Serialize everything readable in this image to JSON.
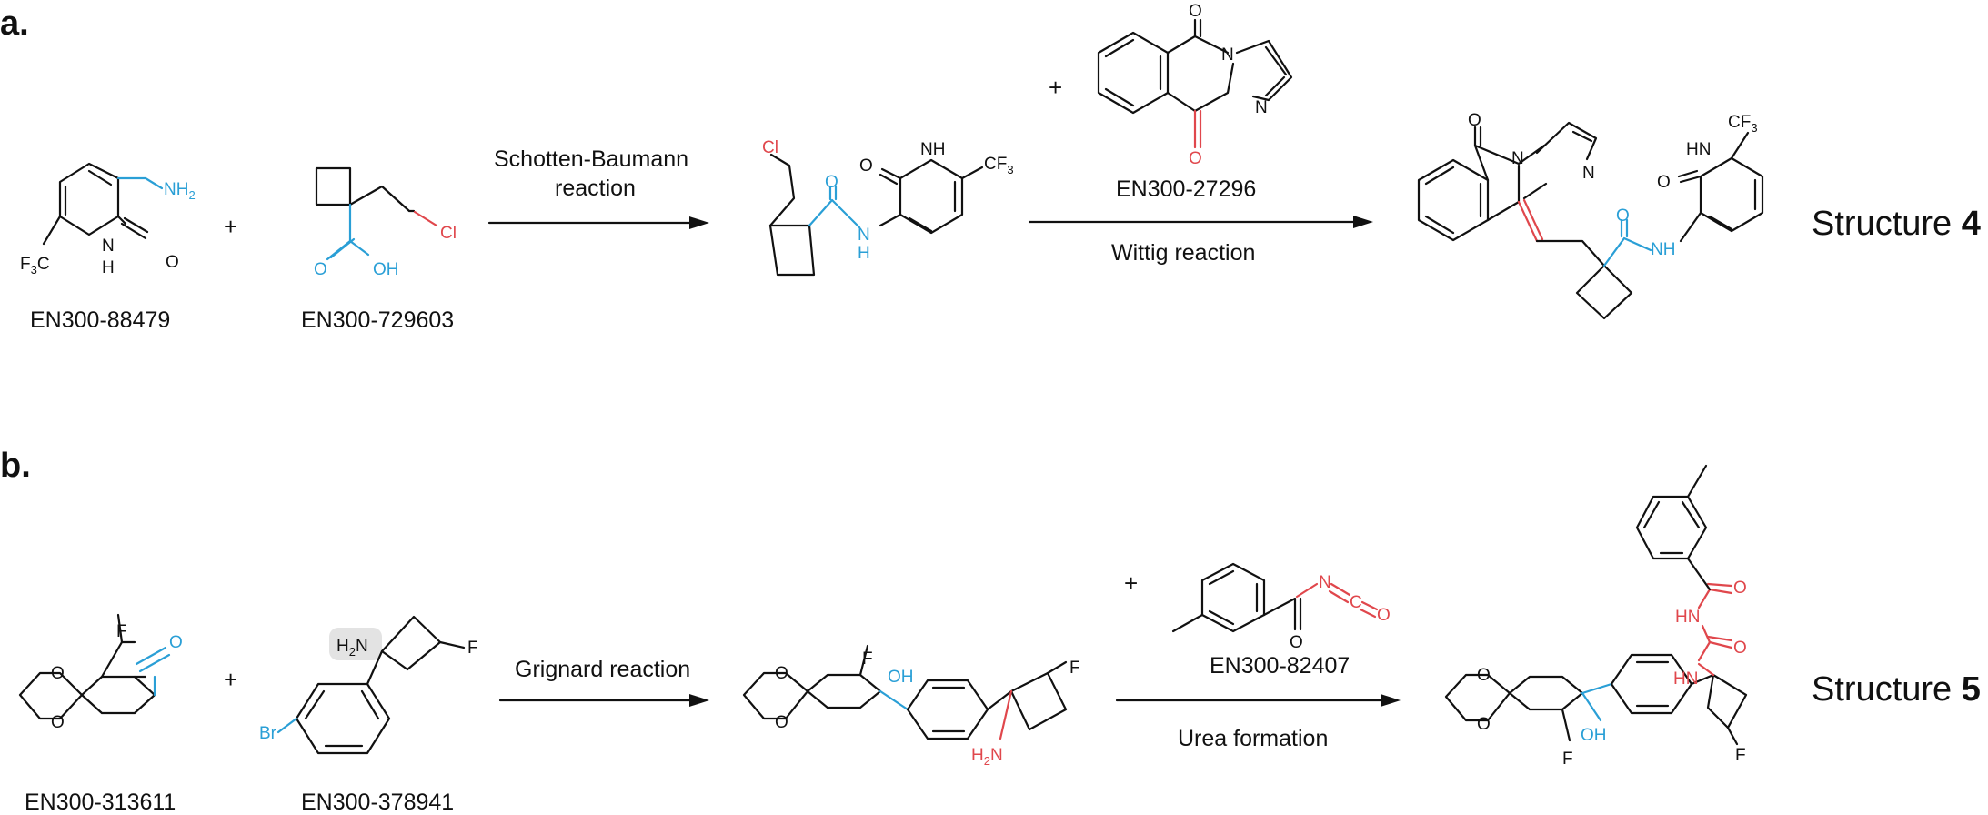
{
  "panels": {
    "a": {
      "label": "a.",
      "reactant1_id": "EN300-88479",
      "reactant2_id": "EN300-729603",
      "reagent_id": "EN300-27296",
      "step1_name_line1": "Schotten-Baumann",
      "step1_name_line2": "reaction",
      "step2_name": "Wittig reaction",
      "product_word": "Structure ",
      "product_number": "4"
    },
    "b": {
      "label": "b.",
      "reactant1_id": "EN300-313611",
      "reactant2_id": "EN300-378941",
      "reagent_id": "EN300-82407",
      "step1_name": "Grignard reaction",
      "step2_name": "Urea formation",
      "product_word": "Structure ",
      "product_number": "5"
    }
  },
  "plus_sign": "+",
  "atom_labels": {
    "NH2": "NH",
    "sub2": "2",
    "H2N": "H",
    "N": "N",
    "NH": "NH",
    "H": "H",
    "O": "O",
    "OH": "OH",
    "F": "F",
    "Cl": "Cl",
    "Br": "Br",
    "CF": "CF",
    "sub3": "3",
    "C": "C",
    "HN": "HN",
    "F3C": "F",
    "C_3": "C"
  },
  "colors": {
    "highlight_blue": "#2a9fd6",
    "highlight_red": "#e0474c",
    "ink": "#111111"
  }
}
